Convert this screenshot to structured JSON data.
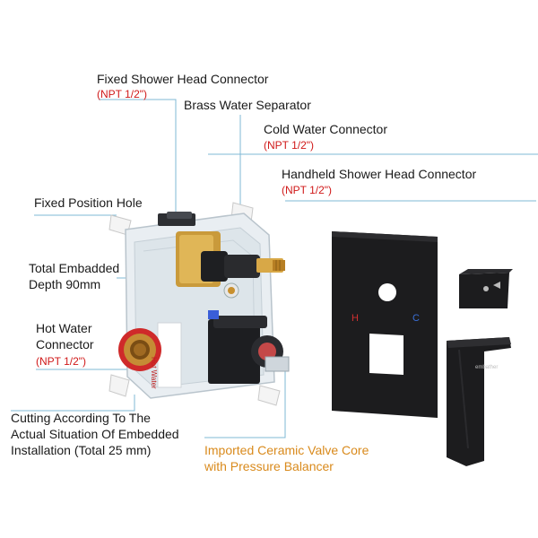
{
  "labels": {
    "fixed_head": "Fixed Shower Head Connector",
    "fixed_head_spec": "(NPT 1/2\")",
    "brass_separator": "Brass Water Separator",
    "cold_water": "Cold Water Connector",
    "cold_water_spec": "(NPT 1/2\")",
    "handheld": "Handheld Shower Head Connector",
    "handheld_spec": "(NPT 1/2\")",
    "fixed_hole": "Fixed Position Hole",
    "depth_line1": "Total Embadded",
    "depth_line2": "Depth 90mm",
    "hot_line1": "Hot Water",
    "hot_line2": "Connector",
    "hot_spec": "(NPT 1/2\")",
    "cut_line1": "Cutting According To The",
    "cut_line2": "Actual Situation Of Embedded",
    "cut_line3": "Installation (Total 25 mm)",
    "valve_line1": "Imported Ceramic Valve Core",
    "valve_line2": "with Pressure Balancer"
  },
  "product": {
    "hot_sticker": "Hot Water",
    "plate_hot_mark": "H",
    "plate_cold_mark": "C",
    "handle_brand": "embather"
  },
  "colors": {
    "label_text": "#1a1a1a",
    "spec_red": "#d01818",
    "highlight_orange": "#d98a1c",
    "leader_line": "#7fb8d6",
    "matte_black": "#1c1c1e"
  }
}
